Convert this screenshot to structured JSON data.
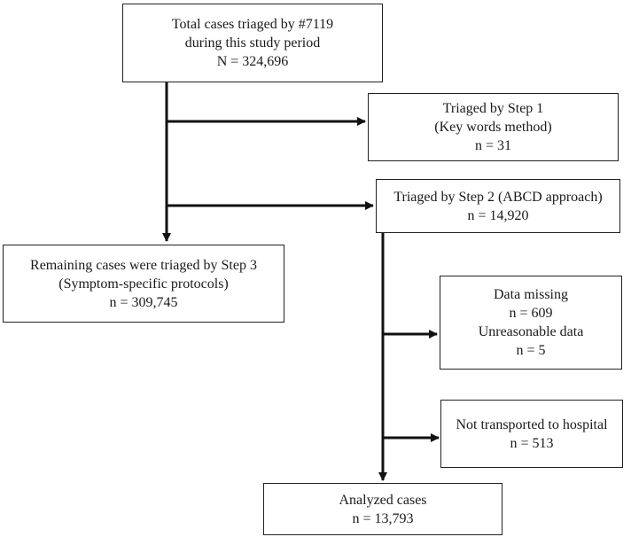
{
  "flowchart": {
    "total": {
      "lines": [
        "Total cases triaged by #7119",
        "during this study period",
        "N = 324,696"
      ]
    },
    "step1": {
      "lines": [
        "Triaged by Step 1",
        "(Key words method)",
        "n = 31"
      ]
    },
    "step2": {
      "lines": [
        "Triaged by Step 2 (ABCD approach)",
        "n = 14,920"
      ]
    },
    "step3": {
      "lines": [
        "Remaining cases were triaged by Step 3",
        "(Symptom-specific protocols)",
        "n = 309,745"
      ]
    },
    "missing": {
      "lines": [
        "Data missing",
        "n = 609",
        "Unreasonable data",
        "n = 5"
      ]
    },
    "not_transported": {
      "lines": [
        "Not transported to hospital",
        "n = 513"
      ]
    },
    "analyzed": {
      "lines": [
        "Analyzed cases",
        "n = 13,793"
      ]
    }
  }
}
